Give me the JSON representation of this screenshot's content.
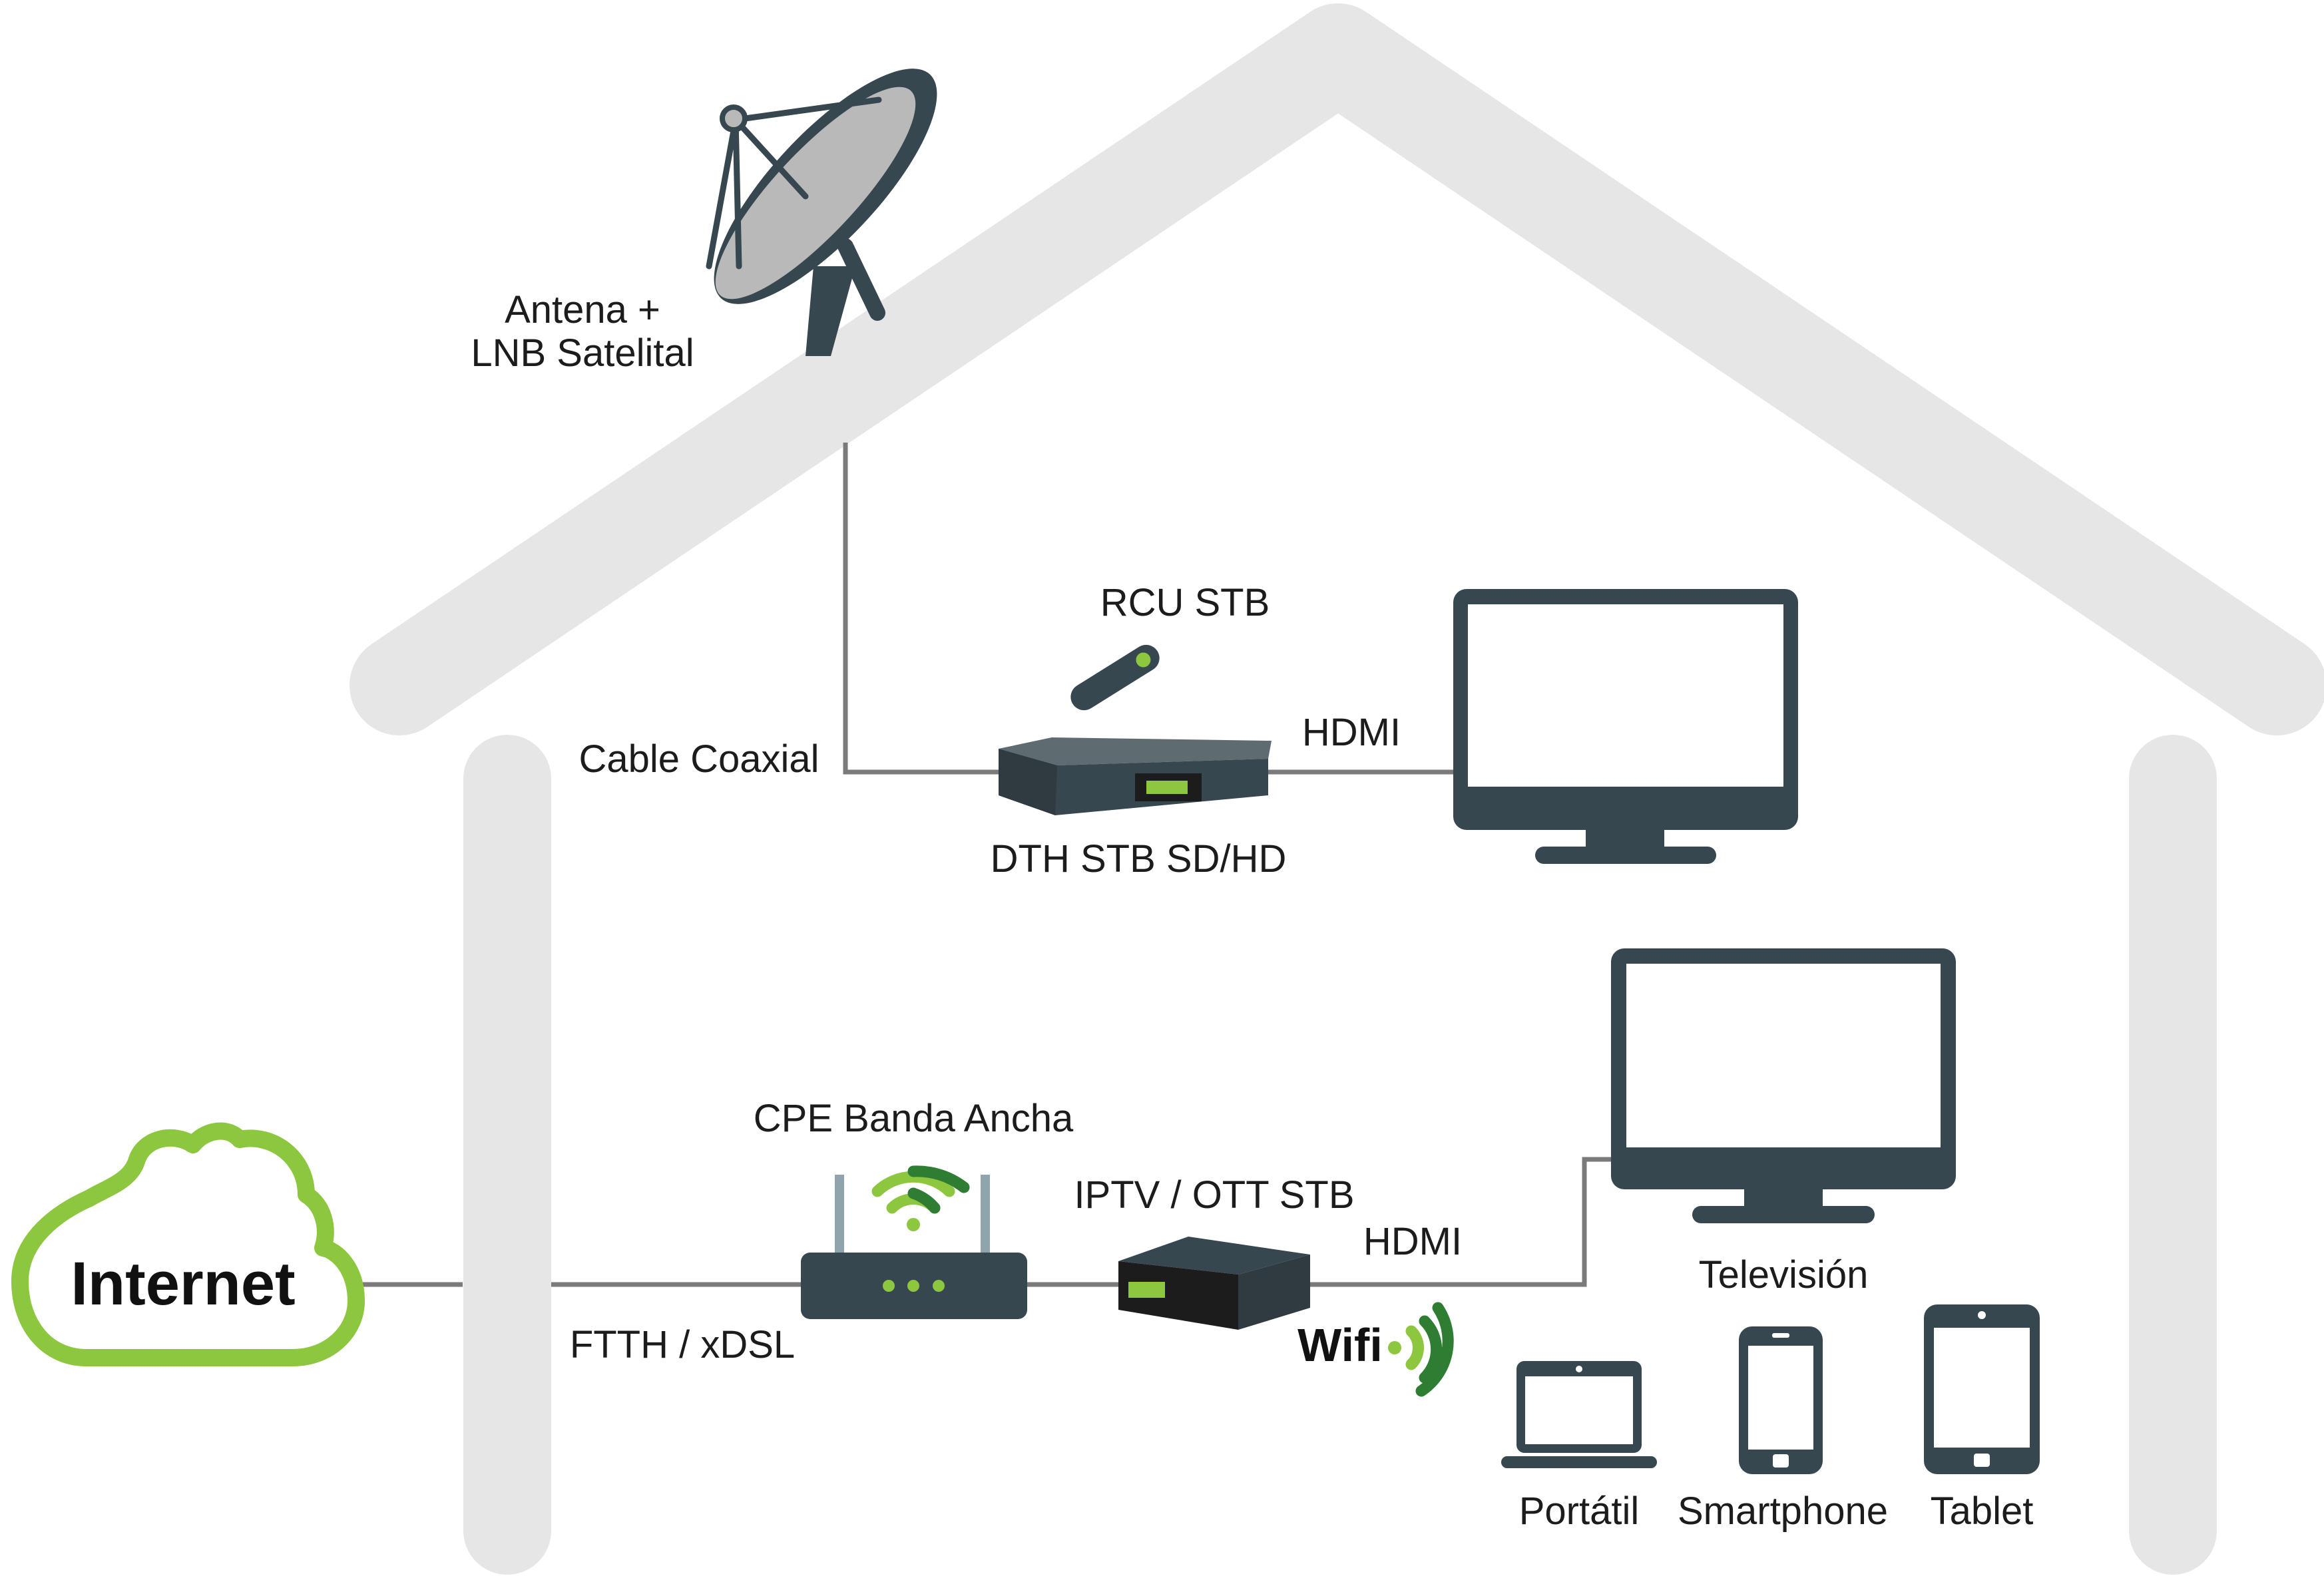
{
  "colors": {
    "house": "#e6e6e6",
    "device": "#37474f",
    "device_dark": "#2f3b41",
    "screen": "#ffffff",
    "cable": "#7a7a7a",
    "accent_green": "#8dc63f",
    "dark_green": "#2e7d32",
    "cloud_stroke": "#8dc63f"
  },
  "labels": {
    "antenna": [
      "Antena +",
      "LNB Satelital"
    ],
    "cable_coaxial": "Cable Coaxial",
    "rcu_stb": "RCU STB",
    "dth_stb": "DTH STB SD/HD",
    "hdmi_top": "HDMI",
    "internet": "Internet",
    "ftth": "FTTH / xDSL",
    "cpe": "CPE Banda Ancha",
    "iptv": "IPTV / OTT STB",
    "hdmi_bottom": "HDMI",
    "wifi": "Wifi",
    "television": "Televisión",
    "portatil": "Portátil",
    "smartphone": "Smartphone",
    "tablet": "Tablet"
  },
  "icons": [
    "satellite-dish-icon",
    "remote-control-icon",
    "set-top-box-icon",
    "monitor-icon",
    "cloud-icon",
    "router-icon",
    "wifi-icon",
    "laptop-icon",
    "smartphone-icon",
    "tablet-icon"
  ]
}
